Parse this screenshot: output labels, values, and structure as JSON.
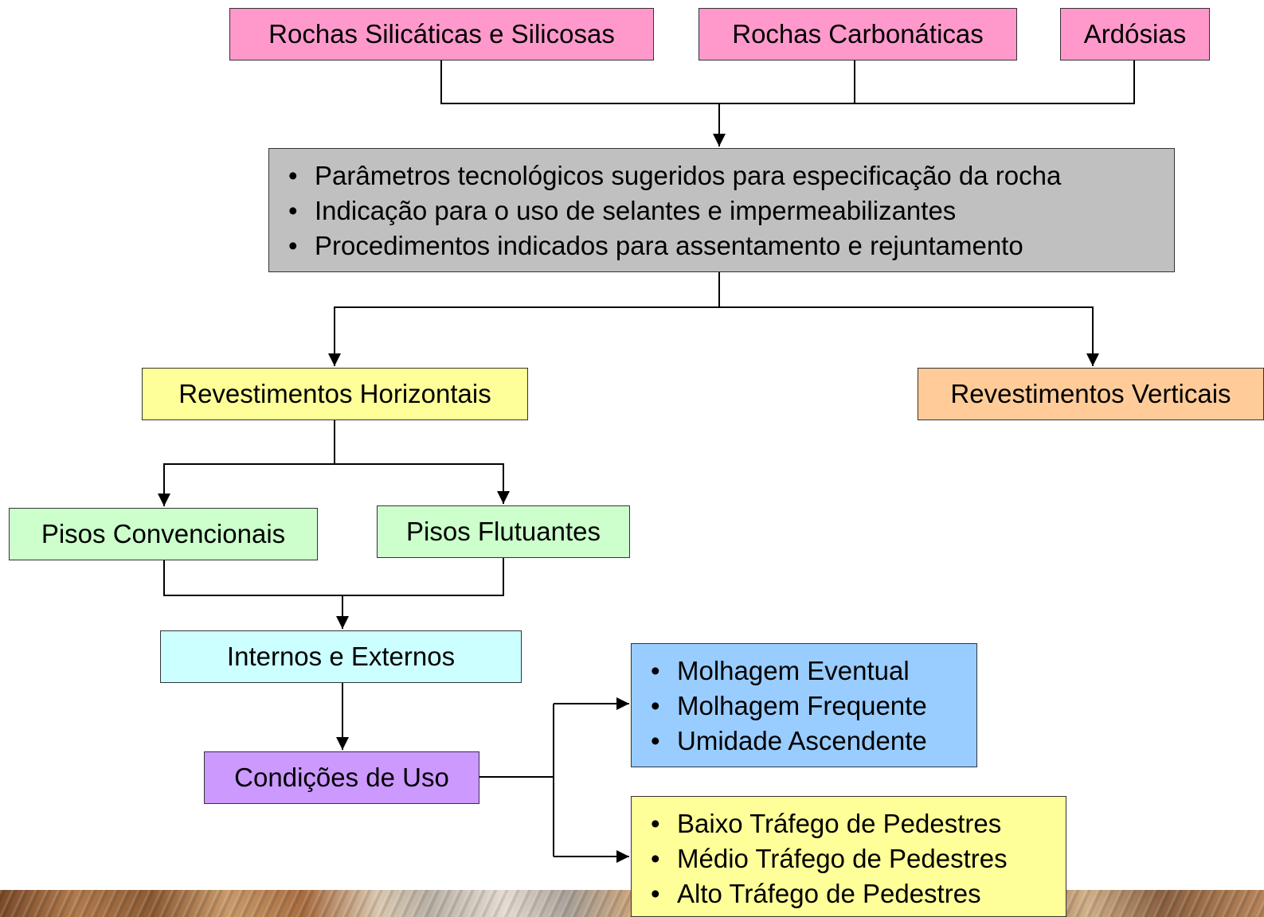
{
  "rock_types": [
    "Rochas Silicáticas e Silicosas",
    "Rochas Carbonáticas",
    "Ardósias"
  ],
  "specification_box": {
    "items": [
      "Parâmetros tecnológicos sugeridos para especificação da rocha",
      "Indicação para o uso de selantes e impermeabilizantes",
      "Procedimentos indicados para assentamento e rejuntamento"
    ]
  },
  "coatings": {
    "horizontal": "Revestimentos Horizontais",
    "vertical": "Revestimentos Verticais"
  },
  "floors": {
    "conventional": "Pisos Convencionais",
    "floating": "Pisos Flutuantes"
  },
  "location": "Internos e Externos",
  "usage_conditions": "Condições de Uso",
  "moisture_conditions": [
    "Molhagem Eventual",
    "Molhagem Frequente",
    "Umidade Ascendente"
  ],
  "traffic_levels": [
    "Baixo Tráfego de Pedestres",
    "Médio Tráfego de Pedestres",
    "Alto Tráfego de Pedestres"
  ],
  "colors": {
    "rock_boxes": "#ff99cc",
    "specification_box": "#c0c0c0",
    "horizontal_box": "#ffff99",
    "vertical_box": "#ffcc99",
    "floor_boxes": "#ccffcc",
    "location_box": "#ccffff",
    "usage_box": "#cc99ff",
    "moisture_box": "#99ccff",
    "traffic_box": "#ffff99"
  }
}
